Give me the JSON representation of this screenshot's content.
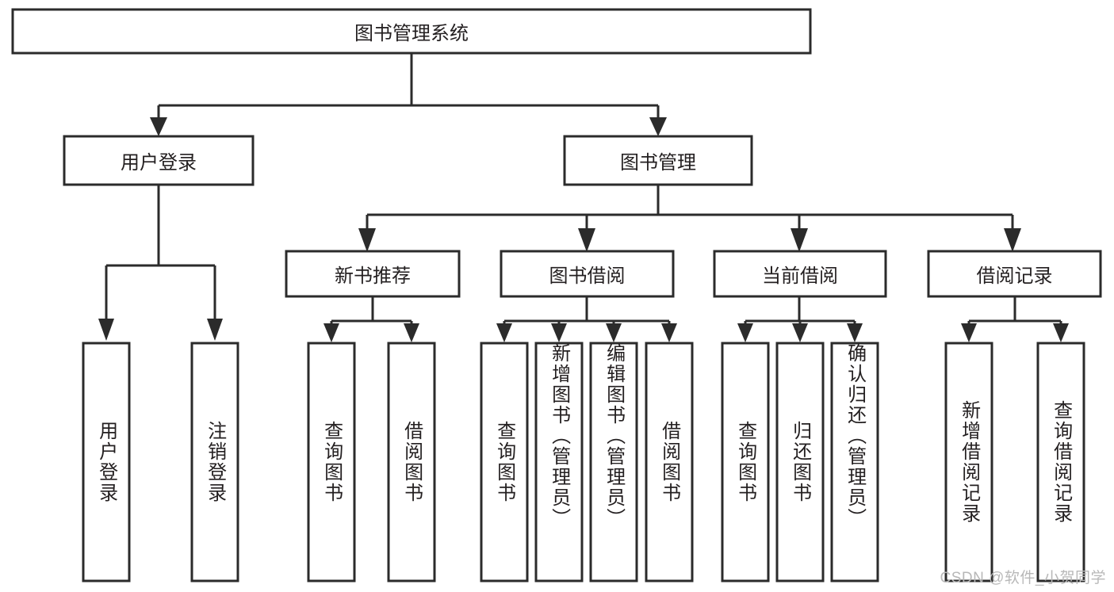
{
  "diagram": {
    "type": "tree-hierarchy",
    "title": "图书管理系统",
    "root": {
      "id": "root",
      "label": "图书管理系统",
      "orientation": "horizontal"
    },
    "level2": [
      {
        "id": "user-login",
        "label": "用户登录",
        "orientation": "horizontal"
      },
      {
        "id": "book-manage",
        "label": "图书管理",
        "orientation": "horizontal"
      }
    ],
    "level3": [
      {
        "id": "new-book-rec",
        "label": "新书推荐",
        "orientation": "horizontal"
      },
      {
        "id": "book-borrow",
        "label": "图书借阅",
        "orientation": "horizontal"
      },
      {
        "id": "current-borrow",
        "label": "当前借阅",
        "orientation": "horizontal"
      },
      {
        "id": "borrow-record",
        "label": "借阅记录",
        "orientation": "horizontal"
      }
    ],
    "leaves": [
      {
        "id": "leaf-user-login",
        "parent": "user-login",
        "label": "用户登录",
        "orientation": "vertical"
      },
      {
        "id": "leaf-user-logout",
        "parent": "user-login",
        "label": "注销登录",
        "orientation": "vertical"
      },
      {
        "id": "leaf-query-book-1",
        "parent": "new-book-rec",
        "label": "查询图书",
        "orientation": "vertical"
      },
      {
        "id": "leaf-borrow-book-1",
        "parent": "new-book-rec",
        "label": "借阅图书",
        "orientation": "vertical"
      },
      {
        "id": "leaf-query-book-2",
        "parent": "book-borrow",
        "label": "查询图书",
        "orientation": "vertical"
      },
      {
        "id": "leaf-add-book",
        "parent": "book-borrow",
        "label": "新增图书（管理员）",
        "orientation": "vertical"
      },
      {
        "id": "leaf-edit-book",
        "parent": "book-borrow",
        "label": "编辑图书（管理员）",
        "orientation": "vertical"
      },
      {
        "id": "leaf-borrow-book-2",
        "parent": "book-borrow",
        "label": "借阅图书",
        "orientation": "vertical"
      },
      {
        "id": "leaf-query-book-3",
        "parent": "current-borrow",
        "label": "查询图书",
        "orientation": "vertical"
      },
      {
        "id": "leaf-return-book",
        "parent": "current-borrow",
        "label": "归还图书",
        "orientation": "vertical"
      },
      {
        "id": "leaf-confirm-return",
        "parent": "current-borrow",
        "label": "确认归还（管理员）",
        "orientation": "vertical"
      },
      {
        "id": "leaf-add-record",
        "parent": "borrow-record",
        "label": "新增借阅记录",
        "orientation": "vertical"
      },
      {
        "id": "leaf-query-record",
        "parent": "borrow-record",
        "label": "查询借阅记录",
        "orientation": "vertical"
      }
    ],
    "colors": {
      "stroke": "#2b2b2b",
      "fill": "#ffffff",
      "text": "#231f20",
      "watermark": "#b8b8b8",
      "background": "#ffffff"
    }
  },
  "watermark": {
    "text": "CSDN @软件_小贺同学"
  }
}
